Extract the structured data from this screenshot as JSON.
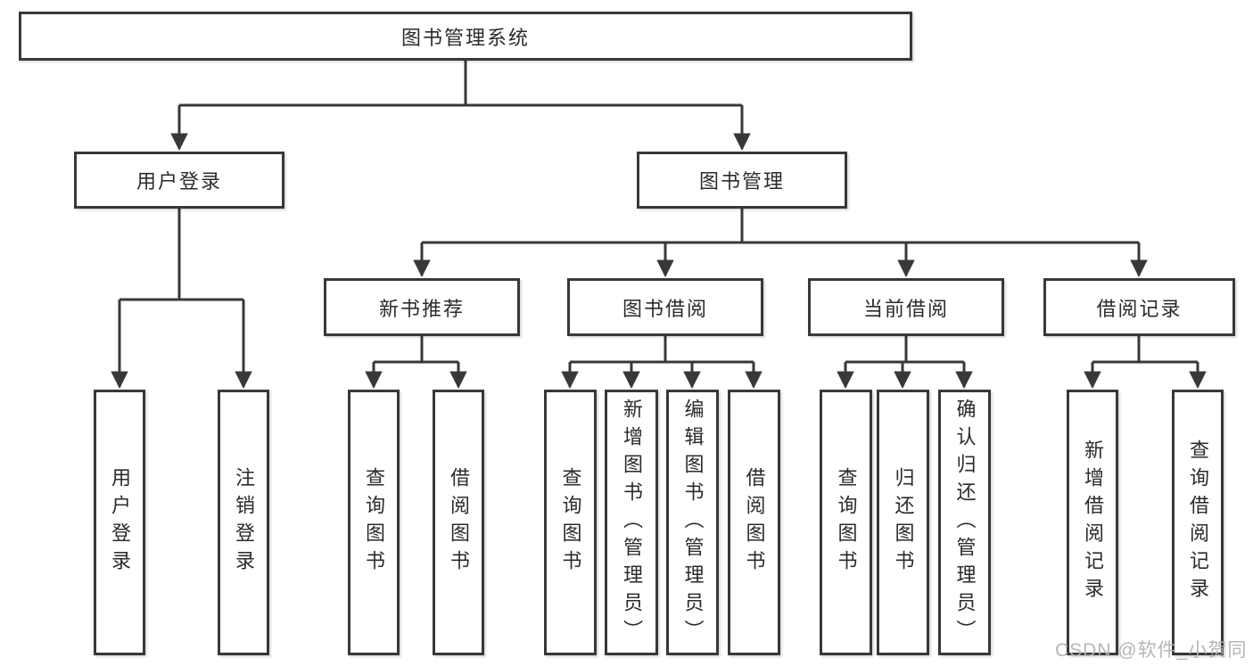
{
  "style": {
    "line_color": "#383838",
    "box_border_color": "#383838",
    "text_color": "#2b2b2b",
    "watermark_color": "#b2b2b2",
    "background_color": "#ffffff"
  },
  "watermark": {
    "text": "CSDN @软件_小贺同学"
  },
  "tree": {
    "root": {
      "label": "图书管理系统",
      "children": [
        {
          "label": "用户登录",
          "children": [
            {
              "label": "用户登录"
            },
            {
              "label": "注销登录"
            }
          ]
        },
        {
          "label": "图书管理",
          "children": [
            {
              "label": "新书推荐",
              "children": [
                {
                  "label": "查询图书"
                },
                {
                  "label": "借阅图书"
                }
              ]
            },
            {
              "label": "图书借阅",
              "children": [
                {
                  "label": "查询图书"
                },
                {
                  "label": "新增图书（管理员）"
                },
                {
                  "label": "编辑图书（管理员）"
                },
                {
                  "label": "借阅图书"
                }
              ]
            },
            {
              "label": "当前借阅",
              "children": [
                {
                  "label": "查询图书"
                },
                {
                  "label": "归还图书"
                },
                {
                  "label": "确认归还（管理员）"
                }
              ]
            },
            {
              "label": "借阅记录",
              "children": [
                {
                  "label": "新增借阅记录"
                },
                {
                  "label": "查询借阅记录"
                }
              ]
            }
          ]
        }
      ]
    }
  }
}
